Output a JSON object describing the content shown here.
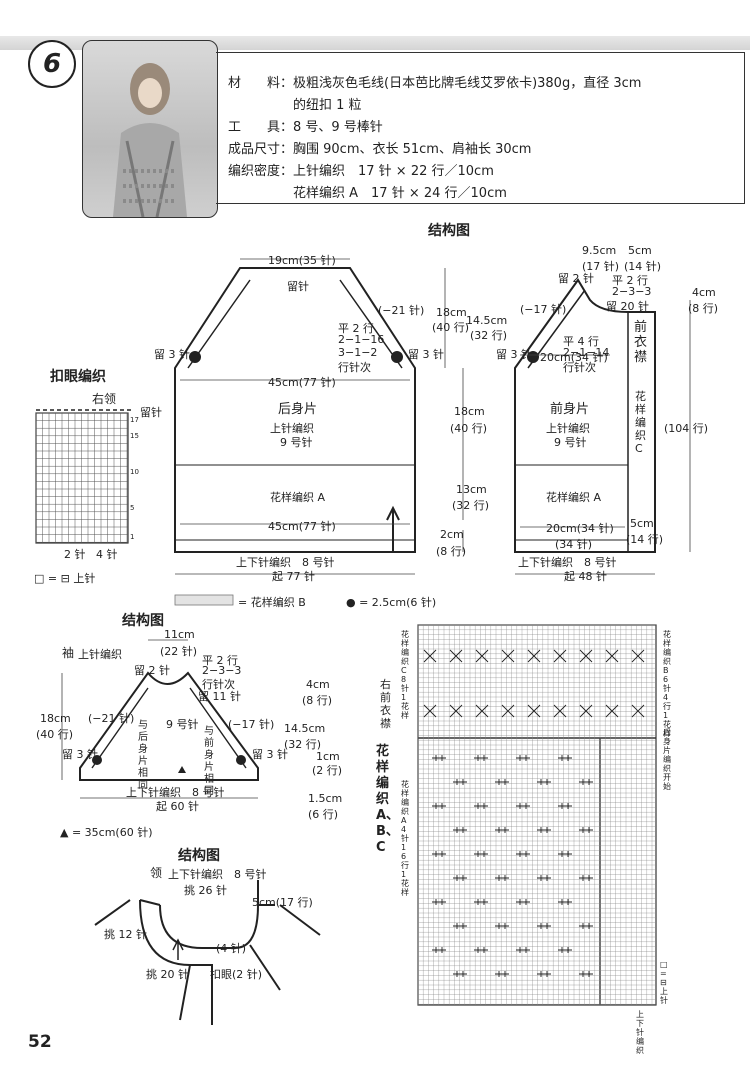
{
  "header": {
    "pattern_number": "6",
    "specs": [
      "材　　料：极粗浅灰色毛线(日本芭比牌毛线艾罗依卡)380g，直径 3cm",
      "　　　　　的纽扣 1 粒",
      "工　　具：8 号、9 号棒针",
      "成品尺寸：胸围 90cm、衣长 51cm、肩袖长 30cm",
      "编织密度：上针编织　17 针 × 22 行／10cm",
      "　　　　　花样编织 A　17 针 × 24 行／10cm"
    ]
  },
  "titles": {
    "structure_main": "结构图",
    "structure_sleeve": "结构图",
    "structure_collar": "结构图",
    "buttonhole": "扣眼编织",
    "pattern_abc": "花样编织 A、B、C"
  },
  "back": {
    "top_width": "19cm(35 针)",
    "bind_top": "留针",
    "dec": "(−21 针)",
    "rule": [
      "平 2 行",
      "2−1−16",
      "3−1−2",
      "行针次"
    ],
    "left_keep": "留 3 针",
    "right_keep": "留 3 针",
    "chest": "45cm(77 针)",
    "name": "后身片",
    "stitch": "上针编织",
    "needle": "9 号针",
    "pattern_a": "花样编织 A",
    "hem_width": "45cm(77 针)",
    "rib": "上下针编织　8 号针",
    "cast_on": "起 77 针"
  },
  "heights": {
    "h18": "18cm",
    "h18r": "(40 行)",
    "h145": "14.5cm",
    "h145r": "(32 行)",
    "mid18": "18cm",
    "mid18r": "(40 行)",
    "h13": "13cm",
    "h13r": "(32 行)",
    "h2": "2cm",
    "h2r": "(8 行)"
  },
  "front": {
    "w95": "9.5cm",
    "w95s": "(17 针)",
    "w5": "5cm",
    "w5s": "(14 针)",
    "keep2": "留 2 针",
    "neck_rule": [
      "平 2 行",
      "2−3−3",
      "留 20 针"
    ],
    "dec": "(−17 针)",
    "rule": [
      "平 4 行",
      "2−1−14",
      "行针次"
    ],
    "keep3": "留 3 针",
    "chest": "20cm(34 针)",
    "name": "前身片",
    "stitch": "上针编织",
    "needle": "9 号针",
    "pattern_a": "花样编织 A",
    "hem": "20cm(34 针)",
    "hem_st": "(34 针)",
    "rib": "上下针编织　8 号针",
    "cast_on": "起 48 针",
    "placket_name": "前衣襟",
    "placket_pat": "花样编织C",
    "r4": "4cm",
    "r4r": "(8 行)",
    "r104": "(104 行)",
    "r5": "5cm",
    "r5r": "(14 行)"
  },
  "buttonhole": {
    "collar": "右领",
    "keep": "留针",
    "rows": [
      "17",
      "15",
      "10",
      "5",
      "1"
    ],
    "bottom_left": "2 针",
    "bottom_right": "4 针",
    "legend": "□ = ⊟ 上针"
  },
  "legends": {
    "pattern_b": "= 花样编织 B",
    "dot": "● = 2.5cm(6 针)"
  },
  "sleeve": {
    "label": "袖",
    "stitch": "上针编织",
    "w11": "11cm",
    "w11s": "(22 针)",
    "keep2": "留 2 针",
    "rule": [
      "平 2 行",
      "2−3−3",
      "行针次"
    ],
    "keep11": "留 11 针",
    "h18": "18cm",
    "h18r": "(40 行)",
    "dec_l": "(−21 针)",
    "dec_r": "(−17 针)",
    "needle": "9 号针",
    "same_back": "与后身片相同",
    "same_front": "与前身片相同",
    "keep3l": "留 3 针",
    "keep3r": "留 3 针",
    "rib": "上下针编织　8 号针",
    "cast_on": "起 60 针",
    "r4": "4cm",
    "r4r": "(8 行)",
    "r145": "14.5cm",
    "r145r": "(32 行)",
    "r1": "1cm",
    "r1r": "(2 行)",
    "r15": "1.5cm",
    "r15r": "(6 行)",
    "note": "▲ = 35cm(60 针)"
  },
  "collar": {
    "label": "领",
    "stitch": "上下针编织　8 号针",
    "pick26": "挑 26 针",
    "w5": "5cm(17 行)",
    "pick12": "挑 12 针",
    "pick20": "挑 20 针",
    "buttonhole": "扣眼(2 针)",
    "st4": "(4 针)"
  },
  "chart": {
    "right_placket": "右前衣襟",
    "pat_c": "花样编织C 8 针 1 花样",
    "pat_b": "花样编织B 6 针 4 行 1 花样",
    "pat_a": "花样编织A 4 针 16 行 1 花样",
    "back_start": "后身片编织开始",
    "rib_label": "上下针编织",
    "legend": "□ = ⊟ 上针"
  },
  "page_number": "52"
}
